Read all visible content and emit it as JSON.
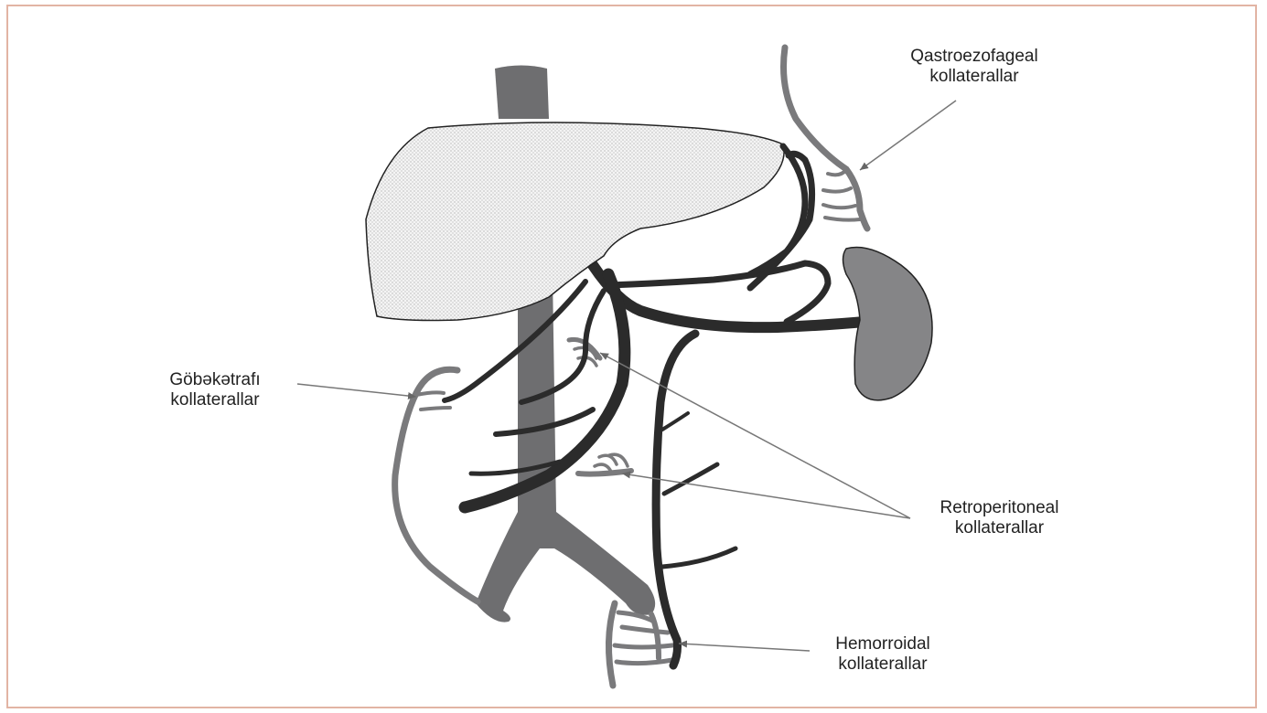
{
  "labels": {
    "gastroesophageal": {
      "line1": "Qastroezofageal",
      "line2": "kollaterallar"
    },
    "paraumbilical": {
      "line1": "Göbəkətrafı",
      "line2": "kollaterallar"
    },
    "retroperitoneal": {
      "line1": "Retroperitoneal",
      "line2": "kollaterallar"
    },
    "hemorrhoidal": {
      "line1": "Hemorroidal",
      "line2": "kollaterallar"
    }
  },
  "colors": {
    "frame_border": "#e2b4a4",
    "vena_cava": "#6e6e70",
    "portal_veins": "#2b2b2b",
    "collaterals": "#7a7a7c",
    "spleen": "#858587",
    "liver_fill": "#f0f0f0",
    "leader_lines": "#777777"
  }
}
